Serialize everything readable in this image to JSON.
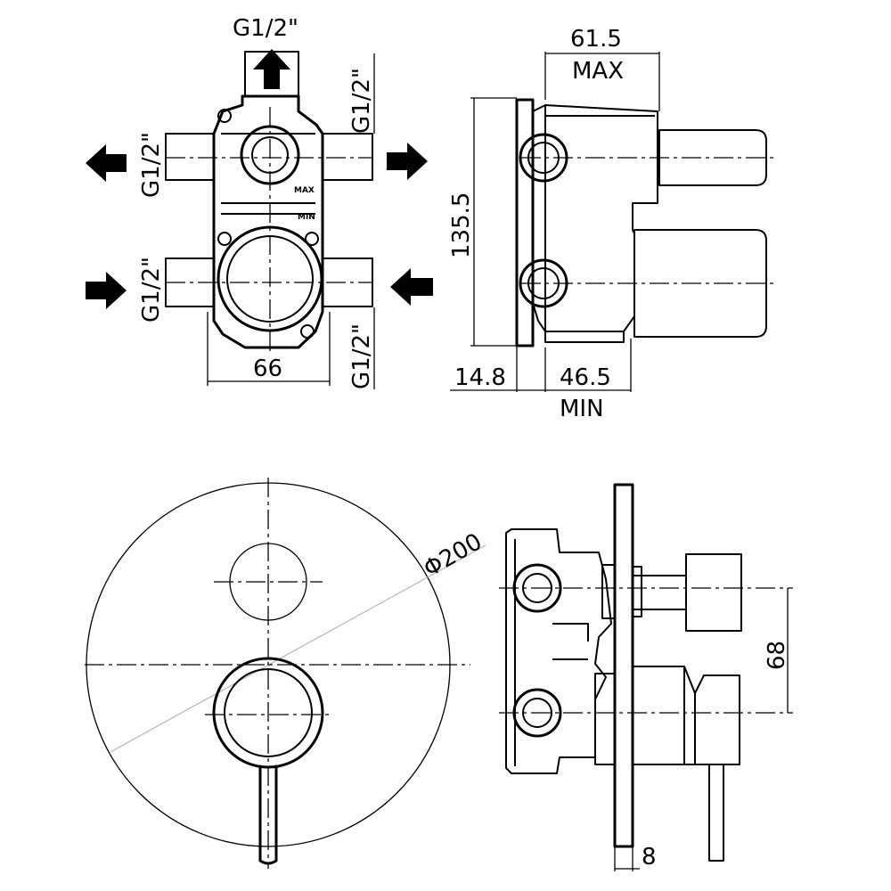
{
  "labels": {
    "top_outlet": "G1/2\"",
    "left_top": "G1/2\"",
    "left_bottom": "G1/2\"",
    "right_top": "G1/2\"",
    "right_bottom": "G1/2\"",
    "width_66": "66",
    "max_label": "MAX",
    "min_label": "MIN",
    "body_max_mark": "MAX",
    "body_min_mark": "MIN",
    "dim_61_5": "61.5",
    "dim_135_5": "135.5",
    "dim_14_8": "14.8",
    "dim_46_5": "46.5",
    "dim_200": "Φ200",
    "dim_68": "68",
    "dim_8": "8"
  }
}
